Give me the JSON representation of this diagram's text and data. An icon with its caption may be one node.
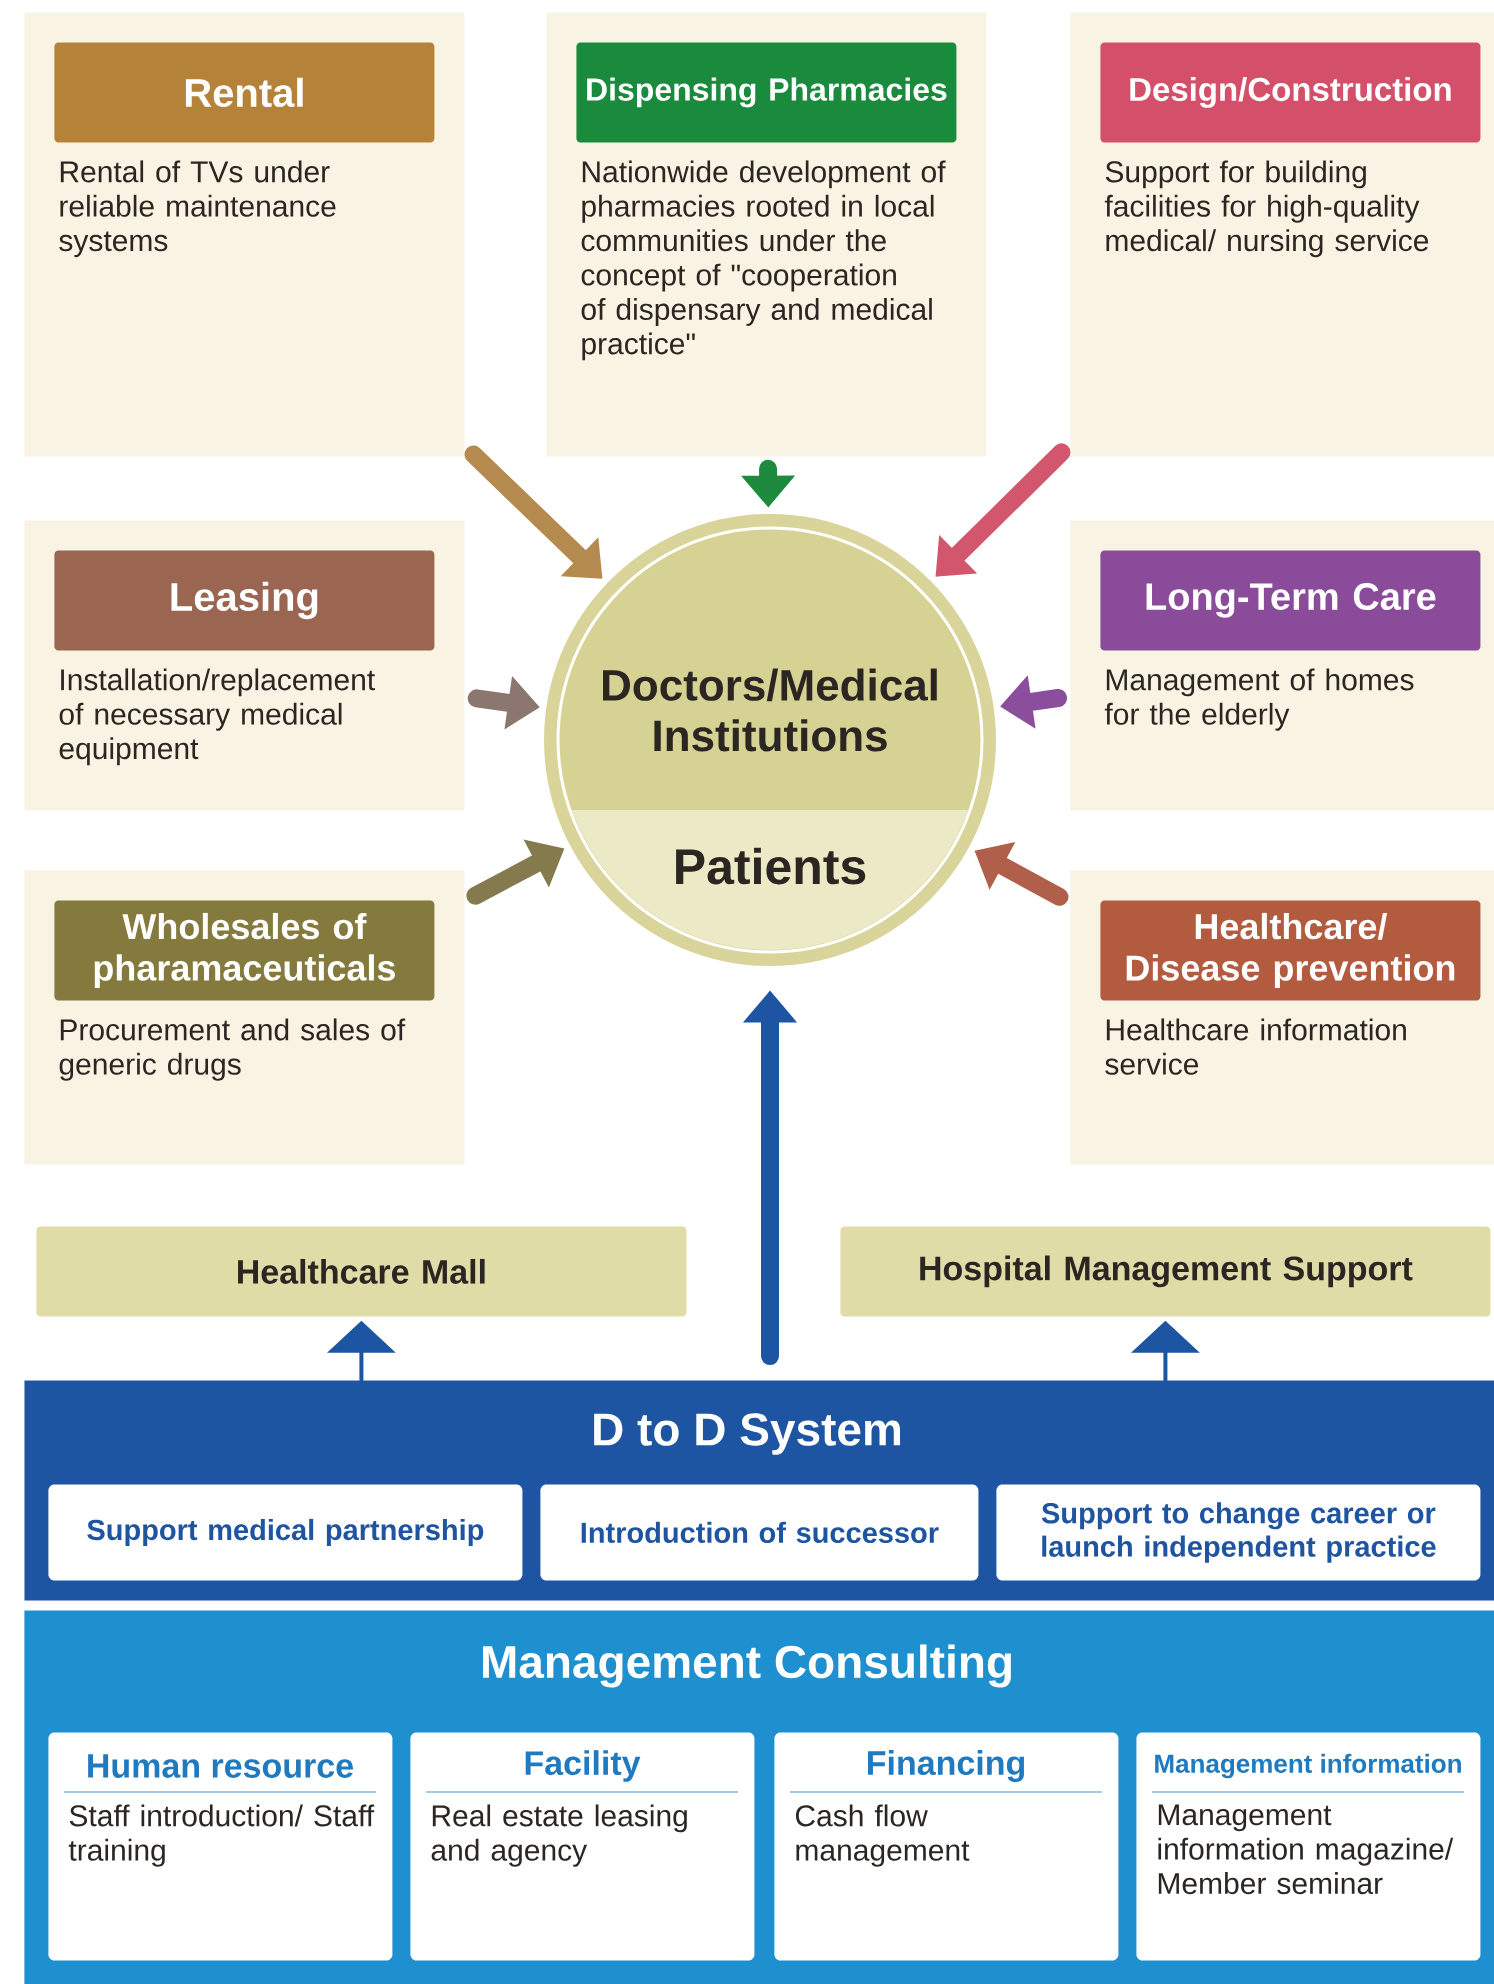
{
  "diagram": {
    "nodes": [
      {
        "text": [
          "Rental",
          "Rental of TVs under reliable maintenance systems"
        ]
      },
      {
        "text": [
          "Dispensing Pharmacies",
          "Nationwide development of pharmacies rooted in local communities under the concept of \"cooperation of dispensary and medical practice\""
        ]
      },
      {
        "text": [
          "Design/Construction",
          "Support for building facilities for high-quality medical/ nursing service"
        ]
      },
      {
        "text": [
          "Leasing",
          "Installation/replacement of necessary medical equipment"
        ]
      },
      {
        "text": [
          "Doctors/Medical Institutions",
          "Patients"
        ]
      },
      {
        "text": [
          "Long-Term Care",
          "Management of homes for the elderly"
        ]
      },
      {
        "text": [
          "Wholesales of pharamaceuticals",
          "Procurement and sales of generic drugs"
        ]
      },
      {
        "text": [
          "Healthcare/ Disease prevention",
          "Healthcare information service"
        ]
      },
      {
        "text": [
          "Healthcare Mall"
        ]
      },
      {
        "text": [
          "Hospital Management Support"
        ]
      },
      {
        "text": [
          "D to D System"
        ]
      },
      {
        "text": [
          "Support medical partnership"
        ],
        "in": 10
      },
      {
        "text": [
          "Introduction of successor"
        ],
        "in": 10
      },
      {
        "text": [
          "Support to change career or launch independent practice"
        ],
        "in": 10
      },
      {
        "text": [
          "Management Consulting"
        ]
      },
      {
        "text": [
          "Human resource",
          "Staff introduction/ Staff training"
        ],
        "in": 14
      },
      {
        "text": [
          "Facility",
          "Real estate leasing and agency"
        ],
        "in": 14
      },
      {
        "text": [
          "Financing",
          "Cash flow management"
        ],
        "in": 14
      },
      {
        "text": [
          "Management information",
          "Management information magazine/ Member seminar"
        ],
        "in": 14
      }
    ],
    "edges": [
      {
        "from": 0,
        "to": 4,
        "arrow": "to",
        "color": "#b58a4e"
      },
      {
        "from": 1,
        "to": 4,
        "arrow": "to",
        "color": "#1e8a3e"
      },
      {
        "from": 2,
        "to": 4,
        "arrow": "to",
        "color": "#d2566e"
      },
      {
        "from": 3,
        "to": 4,
        "arrow": "to",
        "color": "#8c7670"
      },
      {
        "from": 5,
        "to": 4,
        "arrow": "to",
        "color": "#8a4e9c"
      },
      {
        "from": 6,
        "to": 4,
        "arrow": "to",
        "color": "#857a4e"
      },
      {
        "from": 7,
        "to": 4,
        "arrow": "to",
        "color": "#b0604a"
      },
      {
        "from": 10,
        "to": 4,
        "arrow": "to",
        "color": "#1d55a3"
      },
      {
        "from": 10,
        "to": 8,
        "arrow": "to",
        "color": "#1d55a3"
      },
      {
        "from": 10,
        "to": 9,
        "arrow": "to",
        "color": "#1d55a3"
      }
    ]
  }
}
